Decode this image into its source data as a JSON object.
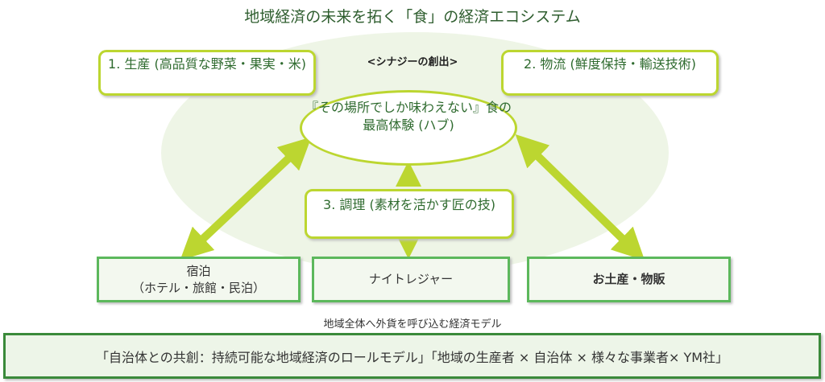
{
  "title": "地域経済の未来を拓く「食」の経済エコシステム",
  "synergy_label": "<シナジーの創出>",
  "production": "1. 生産 (高品質な野菜・果実・米)",
  "logistics": "2. 物流 (鮮度保持・輸送技術)",
  "hub": "『その場所でしか味わえない』食の最高体験 (ハブ)",
  "cooking": "3. 調理 (素材を活かす匠の技)",
  "lodging": {
    "line1": "宿泊",
    "line2": "（ホテル・旅館・民泊）"
  },
  "night_leisure": "ナイトレジャー",
  "souvenir": "お土産・物販",
  "caption": "地域全体へ外貨を呼び込む経済モデル",
  "footer": "「自治体との共創：持続可能な地域経済のロールモデル」「地域の生産者 × 自治体 × 様々な事業者× YM社」",
  "colors": {
    "lime": "#bcd630",
    "green": "#5cb85c",
    "dark_green": "#3a8a3a"
  }
}
